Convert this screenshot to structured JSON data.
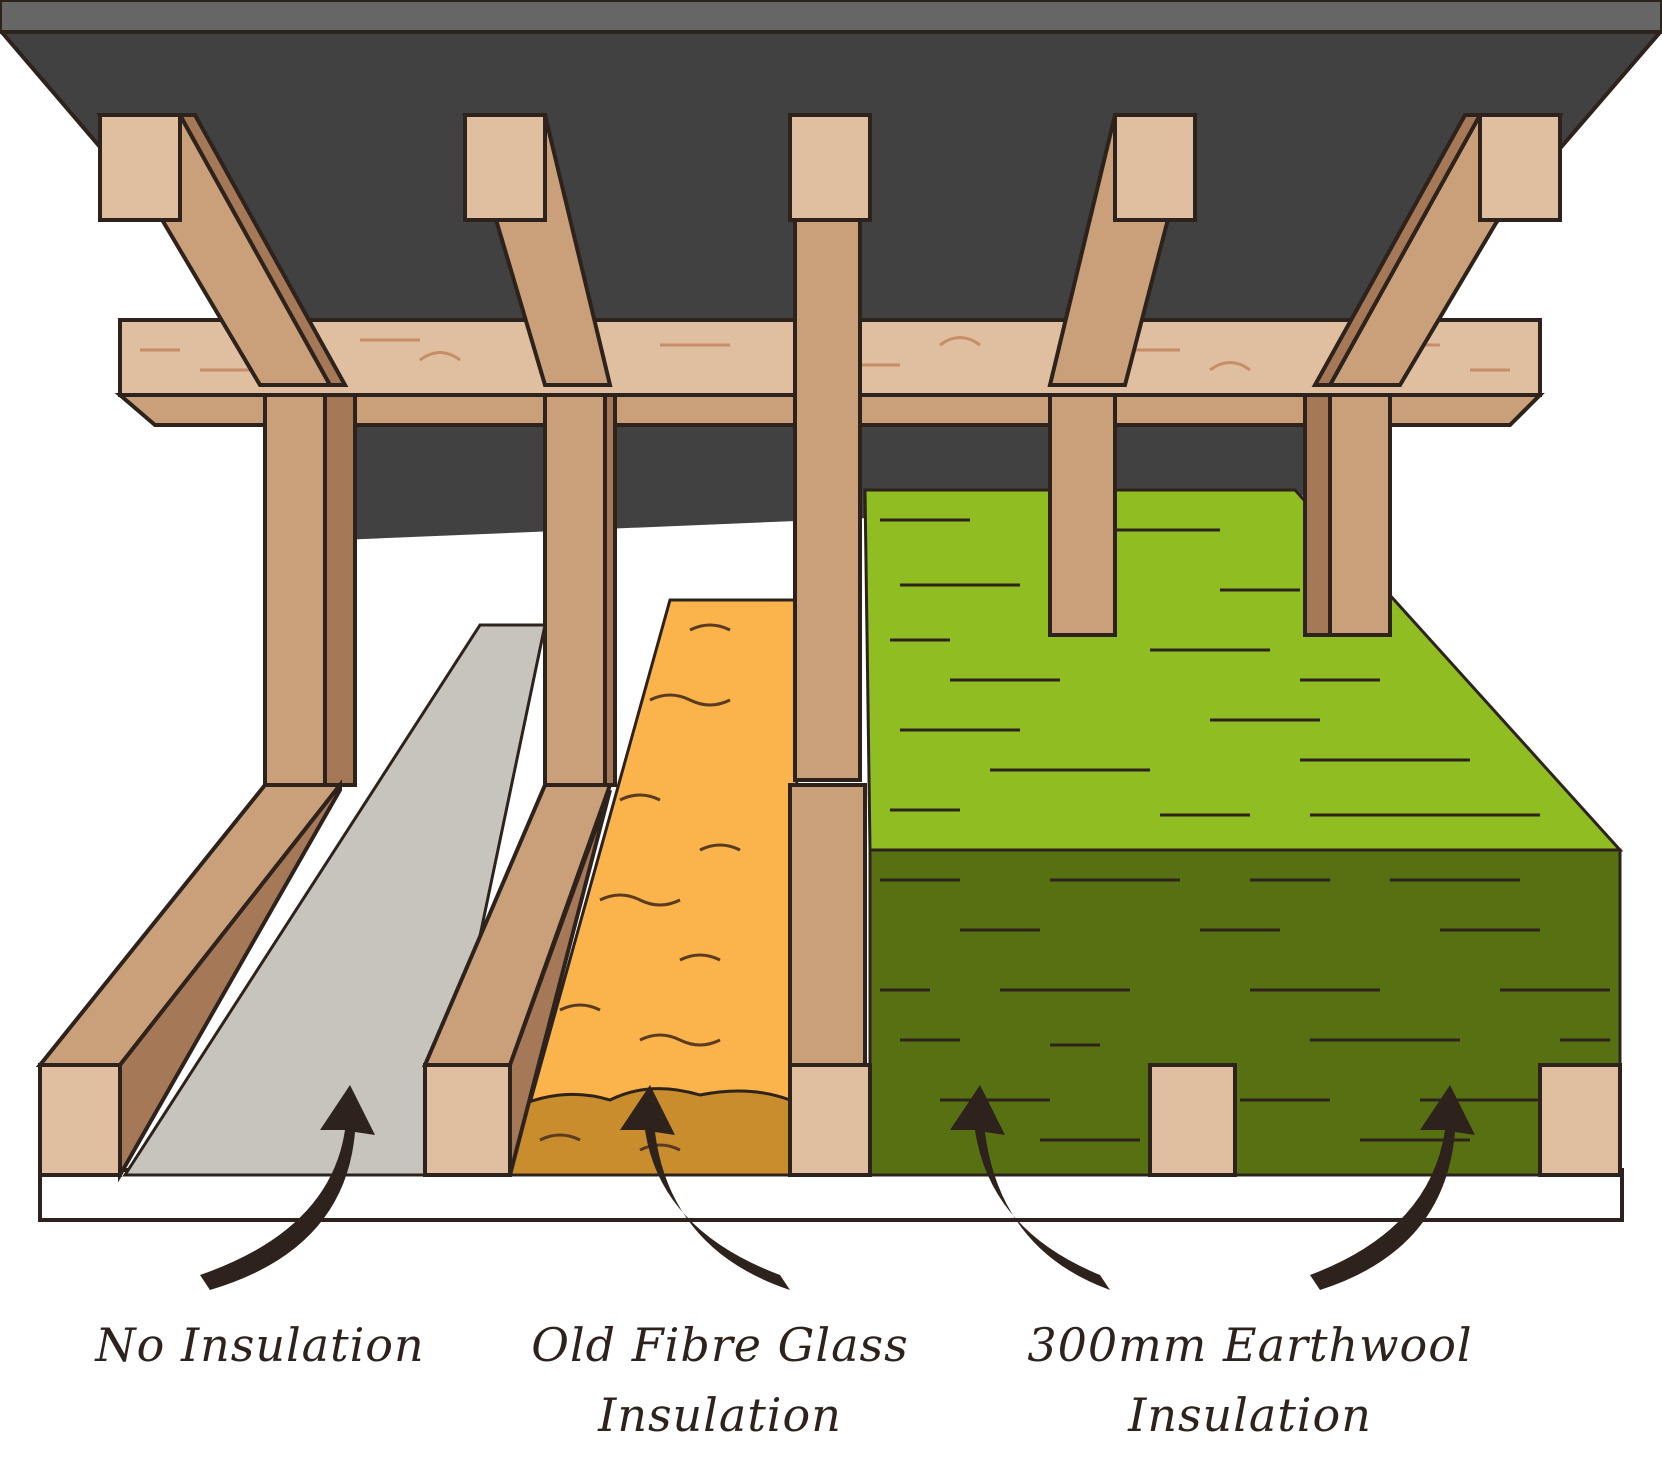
{
  "colors": {
    "roof": "#414141",
    "roof_edge": "#666666",
    "timber_face": "#c9a07a",
    "timber_side": "#a57857",
    "timber_end": "#dfbf9f",
    "grain": "#c58d68",
    "outline": "#3a271b",
    "plasterboard": "#c6c4bd",
    "fibreglass": "#fbb34b",
    "fibreglass_dark": "#c98d2d",
    "earthwool_top": "#8fbd22",
    "earthwool_front": "#577112",
    "text": "#2e231c"
  },
  "labels": {
    "none": [
      "No Insulation"
    ],
    "old": [
      "Old Fibre Glass",
      "Insulation"
    ],
    "new": [
      "300mm Earthwool",
      "Insulation"
    ]
  },
  "icons": [
    "curved-arrow-icon"
  ]
}
